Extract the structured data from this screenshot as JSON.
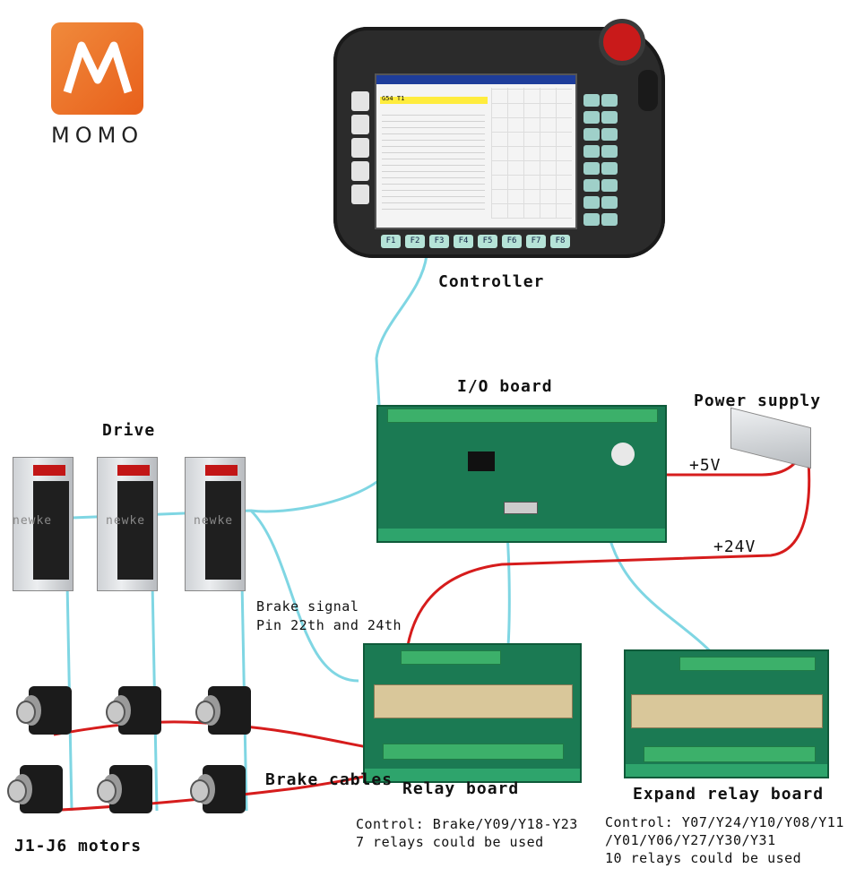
{
  "logo": {
    "text": "MOMO"
  },
  "labels": {
    "controller": "Controller",
    "io_board": "I/O board",
    "power_supply": "Power supply",
    "drive": "Drive",
    "v5": "+5V",
    "v24": "+24V",
    "brake_signal_1": "Brake signal",
    "brake_signal_2": "Pin 22th and 24th",
    "brake_cables": "Brake cables",
    "relay_board": "Relay board",
    "expand_relay_board": "Expand relay board",
    "motors": "J1-J6 motors",
    "watermark": "newke",
    "relay_control_1": "Control: Brake/Y09/Y18-Y23",
    "relay_control_2": "7 relays could be used",
    "expand_control_1": "Control: Y07/Y24/Y10/Y08/Y11",
    "expand_control_2": "/Y01/Y06/Y27/Y30/Y31",
    "expand_control_3": "10 relays could be used"
  },
  "pendant": {
    "fkeys": [
      "F1",
      "F2",
      "F3",
      "F4",
      "F5",
      "F6",
      "F7",
      "F8"
    ],
    "screen_line": "G54 T1"
  },
  "colors": {
    "signal_wire": "#7fd6e3",
    "power_wire": "#d61c1c",
    "pcb": "#1b7a53",
    "logo": "#ee7a2e"
  }
}
